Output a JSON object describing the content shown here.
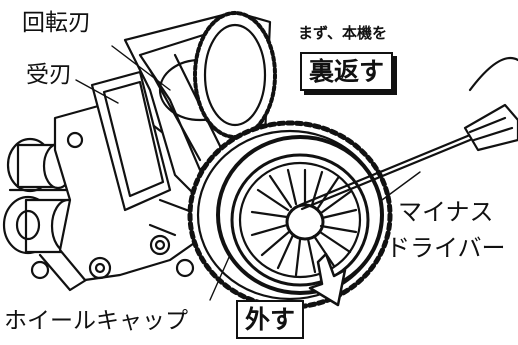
{
  "labels": {
    "rotary_blade": "回転刃",
    "bed_knife": "受刃",
    "first_note": "まず、本機を",
    "flip_action": "裏返す",
    "tool_line1": "マイナス",
    "tool_line2": "ドライバー",
    "wheel_cap": "ホイールキャップ",
    "remove_action": "外す"
  },
  "colors": {
    "ink": "#111111",
    "background": "#ffffff"
  },
  "icons": {
    "arrow": "down-right-arrow"
  }
}
